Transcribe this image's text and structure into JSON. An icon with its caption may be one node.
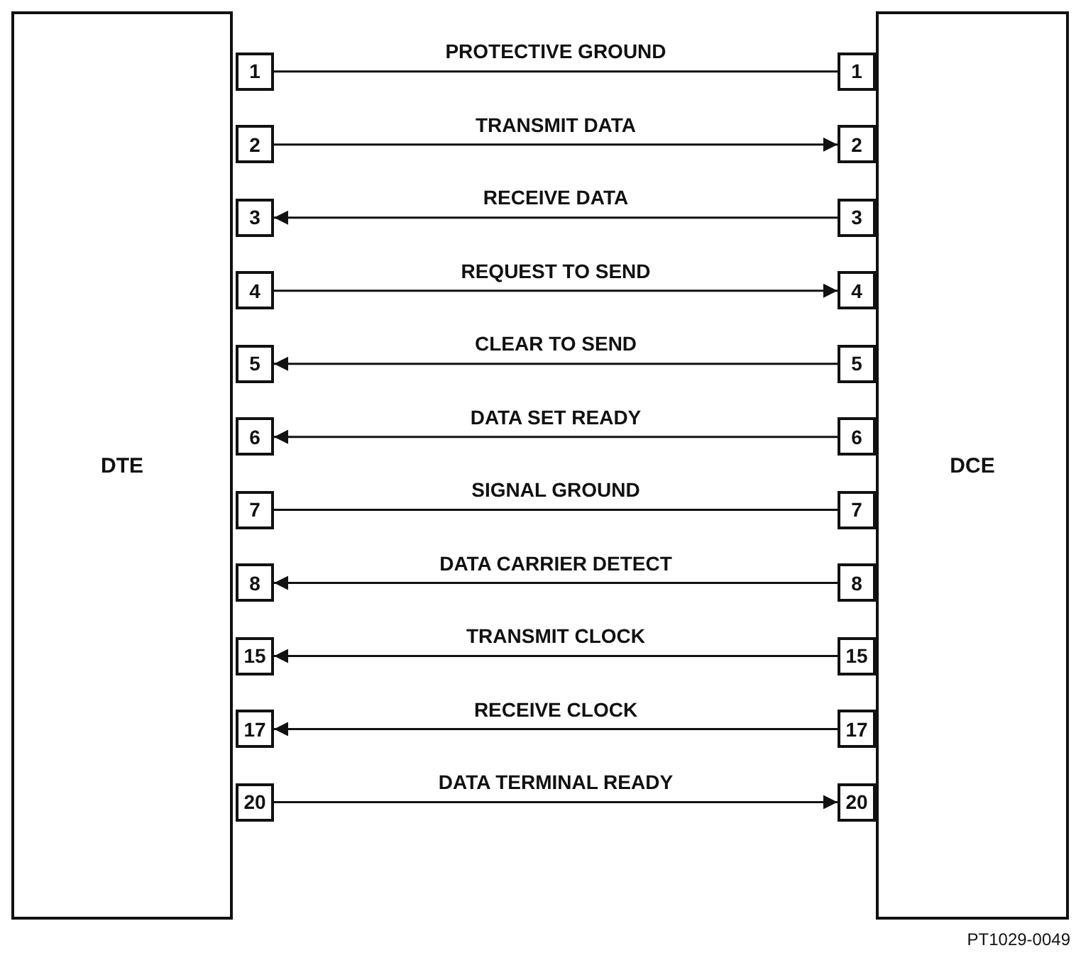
{
  "diagram": {
    "nodes": [
      {
        "text": [
          "DTE"
        ]
      },
      {
        "text": [
          "1"
        ]
      },
      {
        "text": [
          "2"
        ]
      },
      {
        "text": [
          "3"
        ]
      },
      {
        "text": [
          "4"
        ]
      },
      {
        "text": [
          "5"
        ]
      },
      {
        "text": [
          "6"
        ]
      },
      {
        "text": [
          "7"
        ]
      },
      {
        "text": [
          "8"
        ]
      },
      {
        "text": [
          "15"
        ]
      },
      {
        "text": [
          "17"
        ]
      },
      {
        "text": [
          "20"
        ]
      },
      {
        "text": [
          "DCE"
        ]
      },
      {
        "text": [
          "1"
        ]
      },
      {
        "text": [
          "2"
        ]
      },
      {
        "text": [
          "3"
        ]
      },
      {
        "text": [
          "4"
        ]
      },
      {
        "text": [
          "5"
        ]
      },
      {
        "text": [
          "6"
        ]
      },
      {
        "text": [
          "7"
        ]
      },
      {
        "text": [
          "8"
        ]
      },
      {
        "text": [
          "15"
        ]
      },
      {
        "text": [
          "17"
        ]
      },
      {
        "text": [
          "20"
        ]
      }
    ],
    "edges": [
      {
        "from": 1,
        "to": 13,
        "arrow": "none",
        "label": "PROTECTIVE GROUND"
      },
      {
        "from": 2,
        "to": 14,
        "arrow": "to",
        "label": "TRANSMIT DATA"
      },
      {
        "from": 15,
        "to": 3,
        "arrow": "to",
        "label": "RECEIVE DATA"
      },
      {
        "from": 4,
        "to": 16,
        "arrow": "to",
        "label": "REQUEST TO SEND"
      },
      {
        "from": 17,
        "to": 5,
        "arrow": "to",
        "label": "CLEAR TO SEND"
      },
      {
        "from": 18,
        "to": 6,
        "arrow": "to",
        "label": "DATA SET READY"
      },
      {
        "from": 7,
        "to": 19,
        "arrow": "none",
        "label": "SIGNAL GROUND"
      },
      {
        "from": 20,
        "to": 8,
        "arrow": "to",
        "label": "DATA CARRIER DETECT"
      },
      {
        "from": 21,
        "to": 9,
        "arrow": "to",
        "label": "TRANSMIT CLOCK"
      },
      {
        "from": 22,
        "to": 10,
        "arrow": "to",
        "label": "RECEIVE CLOCK"
      },
      {
        "from": 11,
        "to": 23,
        "arrow": "to",
        "label": "DATA TERMINAL READY"
      }
    ],
    "labels": [
      "PT1029-0049"
    ]
  }
}
